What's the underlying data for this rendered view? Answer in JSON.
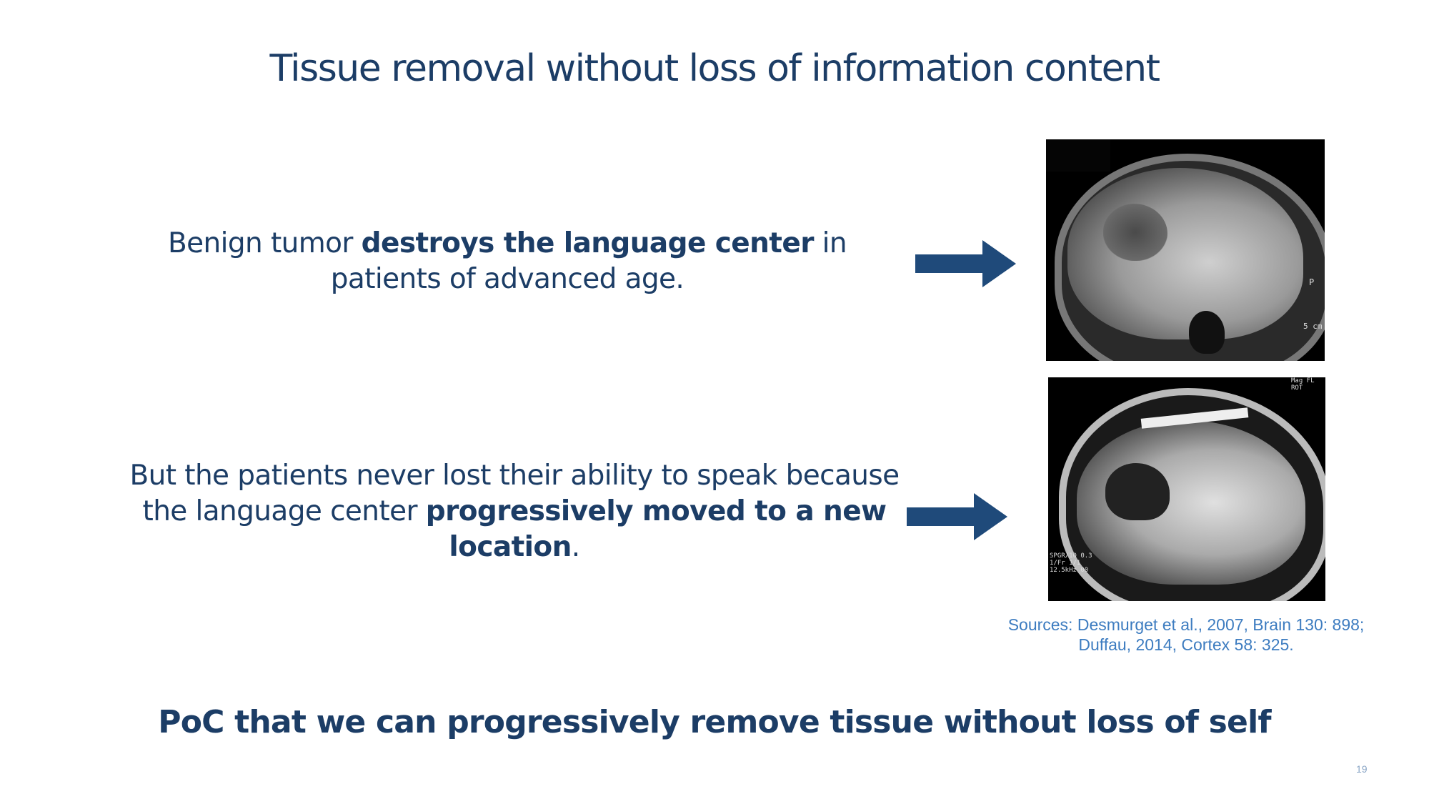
{
  "slide": {
    "title": "Tissue removal without loss of information content",
    "point1": {
      "pre": "Benign tumor ",
      "bold": "destroys the language center",
      "post": " in patients of advanced age."
    },
    "point2": {
      "pre": "But the patients never lost their ability to speak because the language center ",
      "bold": "progressively moved to a new location",
      "post": "."
    },
    "sources": {
      "line1": "Sources: Desmurget et al., 2007, Brain 130: 898;",
      "line2": "Duffau, 2014, Cortex 58: 325."
    },
    "conclusion": "PoC that we can progressively remove tissue without loss of self",
    "page_number": "19"
  },
  "images": {
    "mri1_labels": {
      "p": "P",
      "scale": "5 cm"
    },
    "mri2_labels": {
      "top": "Mag FL ROT",
      "params": "SPGR/10 0.3 1/Fr 1/1 12.5kHz 00"
    }
  },
  "colors": {
    "text": "#1c3d66",
    "arrow": "#1f4a7a",
    "sources": "#3d7cc0"
  }
}
